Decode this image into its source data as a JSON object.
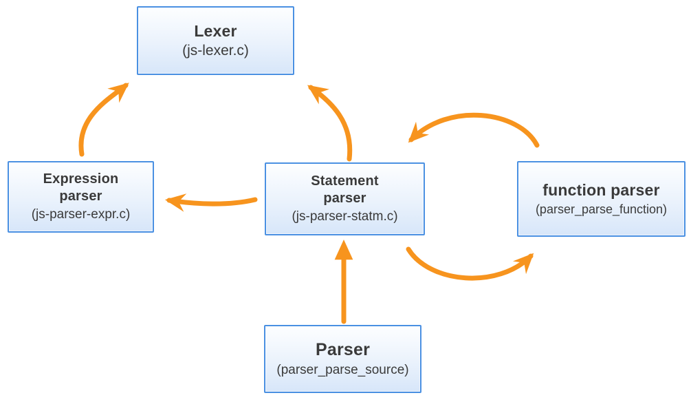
{
  "colors": {
    "arrow": "#F7941E",
    "box_border": "#4A90E2",
    "box_fill_top": "#FDFEFF",
    "box_fill_bottom": "#D7E6F9",
    "text": "#3A3A3A",
    "background": "#FFFFFF"
  },
  "nodes": {
    "lexer": {
      "title": "Lexer",
      "subtitle": "(js-lexer.c)"
    },
    "expression_parser": {
      "title": "Expression parser",
      "subtitle": "(js-parser-expr.c)"
    },
    "statement_parser": {
      "title": "Statement parser",
      "subtitle": "(js-parser-statm.c)"
    },
    "function_parser": {
      "title": "function parser",
      "subtitle": "(parser_parse_function)"
    },
    "parser": {
      "title": "Parser",
      "subtitle": "(parser_parse_source)"
    }
  },
  "edges": [
    {
      "from": "Expression parser",
      "to": "Lexer",
      "shape": "curved"
    },
    {
      "from": "Statement parser",
      "to": "Lexer",
      "shape": "curved"
    },
    {
      "from": "Statement parser",
      "to": "Expression parser",
      "shape": "curved"
    },
    {
      "from": "function parser",
      "to": "Statement parser",
      "shape": "curved"
    },
    {
      "from": "Statement parser",
      "to": "function parser",
      "shape": "curved"
    },
    {
      "from": "Parser",
      "to": "Statement parser",
      "shape": "straight"
    }
  ]
}
